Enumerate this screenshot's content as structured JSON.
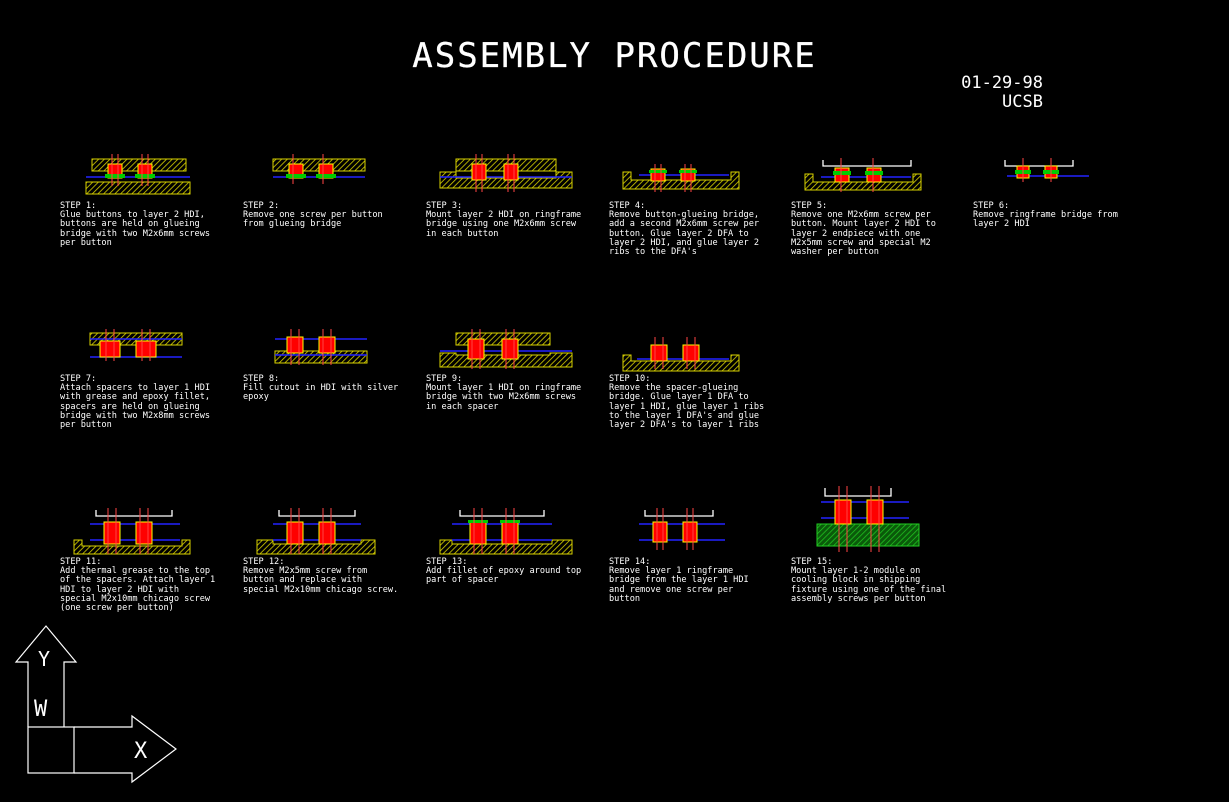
{
  "title": "ASSEMBLY PROCEDURE",
  "date": "01-29-98",
  "org": "UCSB",
  "axis_labels": {
    "y": "Y",
    "w": "W",
    "x": "X"
  },
  "colors": {
    "background": "#000000",
    "hatch": "#d9d200",
    "button": "#ff0000",
    "epoxy": "#00cc00",
    "layer_line": "#2222ff",
    "screw": "#ff4444",
    "bridge": "#ffffff"
  },
  "steps": [
    {
      "label": "STEP 1:",
      "text": "Glue buttons to layer 2 HDI, buttons are held on glueing bridge with two M2x6mm screws per button"
    },
    {
      "label": "STEP 2:",
      "text": "Remove one screw per button from glueing bridge"
    },
    {
      "label": "STEP 3:",
      "text": "Mount layer 2 HDI on ringframe bridge using one M2x6mm screw in each button"
    },
    {
      "label": "STEP 4:",
      "text": "Remove button-glueing bridge, add a second M2x6mm screw per button. Glue layer 2 DFA to layer 2 HDI, and glue layer 2 ribs to the DFA's"
    },
    {
      "label": "STEP 5:",
      "text": "Remove one M2x6mm screw per button. Mount layer 2 HDI to layer 2 endpiece with one M2x5mm screw and special M2 washer per button"
    },
    {
      "label": "STEP 6:",
      "text": "Remove ringframe bridge from layer 2 HDI"
    },
    {
      "label": "STEP 7:",
      "text": "Attach spacers to layer 1 HDI with grease and epoxy fillet, spacers are held on glueing bridge with two M2x8mm screws per button"
    },
    {
      "label": "STEP 8:",
      "text": "Fill cutout in HDI with silver epoxy"
    },
    {
      "label": "STEP 9:",
      "text": "Mount layer 1 HDI on ringframe bridge with two M2x6mm screws in each spacer"
    },
    {
      "label": "STEP 10:",
      "text": "Remove the spacer-glueing bridge. Glue layer 1 DFA to layer 1 HDI, glue layer 1 ribs to the layer 1 DFA's and glue layer 2 DFA's to layer 1 ribs"
    },
    {
      "label": "STEP 11:",
      "text": "Add thermal grease to the top of the spacers. Attach layer 1 HDI to layer 2 HDI with special M2x10mm chicago screw (one screw per button)"
    },
    {
      "label": "STEP 12:",
      "text": "Remove M2x5mm screw from button and replace with special M2x10mm chicago screw."
    },
    {
      "label": "STEP 13:",
      "text": "Add fillet of epoxy around top part of spacer"
    },
    {
      "label": "STEP 14:",
      "text": "Remove layer 1 ringframe bridge from the layer 1 HDI and remove one screw per button"
    },
    {
      "label": "STEP 15:",
      "text": "Mount layer 1-2 module on cooling block in shipping fixture using one of the final assembly screws per button"
    }
  ]
}
